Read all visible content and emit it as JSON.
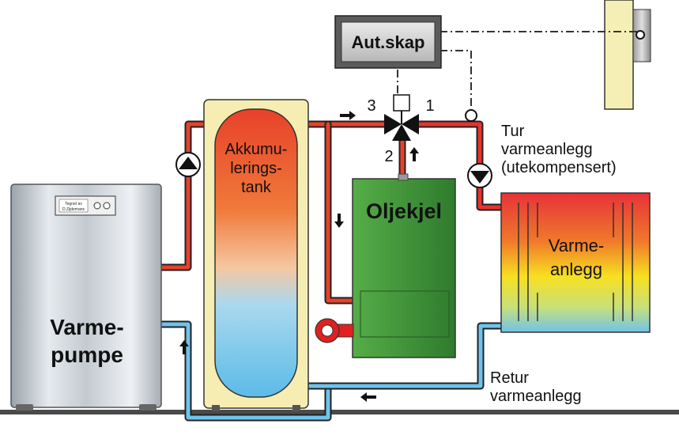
{
  "control_cabinet": {
    "label": "Aut.skap"
  },
  "heat_pump": {
    "label_line1": "Varme-",
    "label_line2": "pumpe",
    "nameplate_line1": "Tegnet av",
    "nameplate_line2": "D.Zijdemans"
  },
  "tank": {
    "label_line1": "Akkumu-",
    "label_line2": "lerings-",
    "label_line3": "tank"
  },
  "oil_boiler": {
    "label": "Oljekjel"
  },
  "heating_system": {
    "label_line1": "Varme-",
    "label_line2": "anlegg"
  },
  "valve_ports": {
    "port1": "1",
    "port2": "2",
    "port3": "3"
  },
  "supply_label": {
    "line1": "Tur",
    "line2": "varmeanlegg",
    "line3": "(utekompensert)"
  },
  "return_label": {
    "line1": "Retur",
    "line2": "varmeanlegg"
  },
  "colors": {
    "hot": "#e8412a",
    "cold": "#6fc3ea",
    "boiler_green": "#3f9a3a",
    "tank_border": "#f3e9a8"
  }
}
